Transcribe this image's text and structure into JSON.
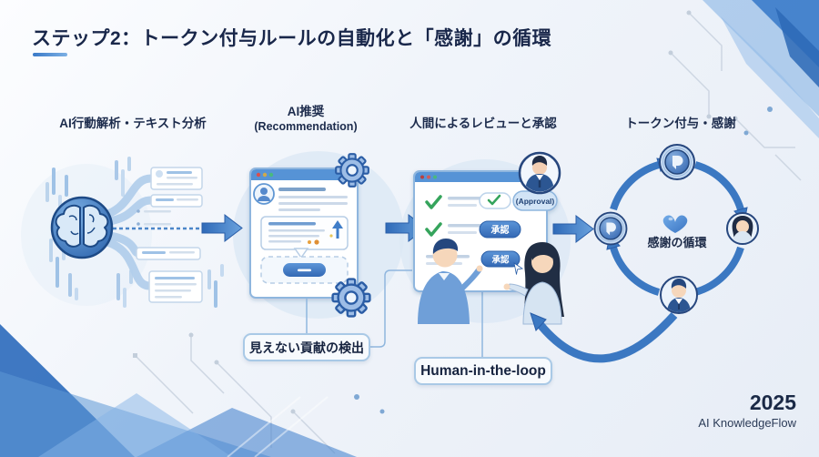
{
  "slide": {
    "title": "ステップ2：トークン付与ルールの自動化と「感謝」の循環",
    "footer": {
      "year": "2025",
      "brand": "AI KnowledgeFlow"
    }
  },
  "columns": [
    {
      "label": "AI行動解析・テキスト分析"
    },
    {
      "label": "AI推奨",
      "sublabel": "(Recommendation)"
    },
    {
      "label": "人間によるレビューと承認"
    },
    {
      "label": "トークン付与・感謝"
    }
  ],
  "review_panel": {
    "approval_tag": "(Approval)",
    "approve_btn_row2": "承認",
    "approve_btn_row3": "承認"
  },
  "cycle": {
    "label": "感謝の循環"
  },
  "callouts": [
    {
      "text": "見えない貢献の検出"
    },
    {
      "text": "Human-in-the-loop"
    }
  ],
  "colors": {
    "accent_blue": "#3b78c2",
    "navy": "#1a2947",
    "green": "#35a45b",
    "window_bar": "#5793d6"
  }
}
